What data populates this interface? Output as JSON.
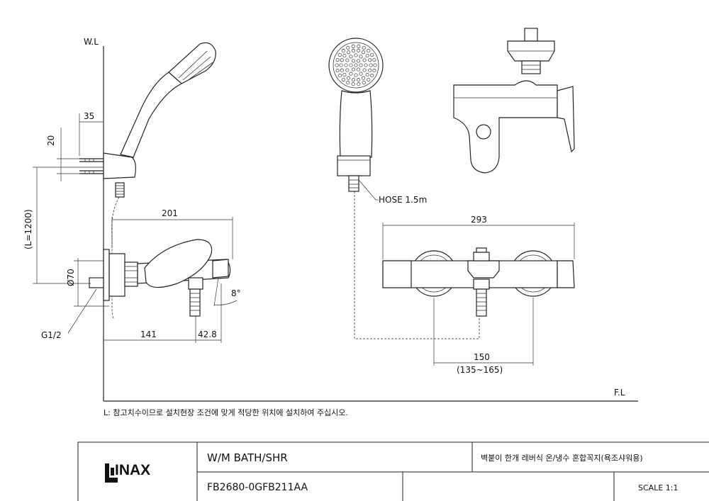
{
  "axes": {
    "wall_line_label": "W.L",
    "floor_line_label": "F.L"
  },
  "dimensions": {
    "d35": "35",
    "d20": "20",
    "l1200": "(L=1200)",
    "d201": "201",
    "d70": "Ø70",
    "d141": "141",
    "d42_8": "42.8",
    "angle": "8°",
    "d293": "293",
    "d150": "150",
    "d150_range": "(135~165)"
  },
  "callouts": {
    "hose": "HOSE 1.5m",
    "thread": "G1/2"
  },
  "note": "L:  참고치수이므로 설치현장 조건에 맞게 적당한 위치에 설치하여 주십시오.",
  "title_block": {
    "logo": "INAX",
    "product_name_en": "W/M BATH/SHR",
    "product_name_kr": "벽붙이 한개 레버식 온/냉수 혼합꼭지(욕조샤워용)",
    "model": "FB2680-0GFB211AA",
    "scale": "SCALE 1:1"
  }
}
